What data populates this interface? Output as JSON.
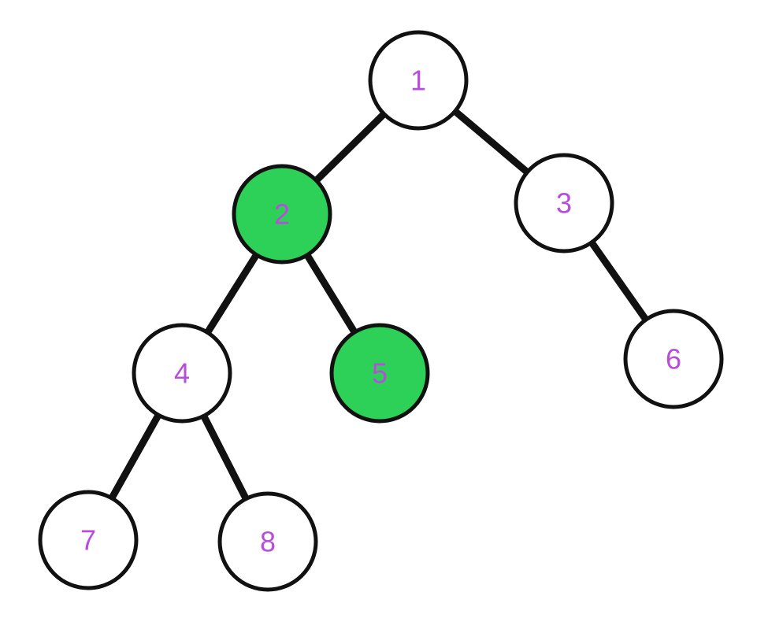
{
  "colors": {
    "node_fill": "#ffffff",
    "highlight_fill": "#2ed158",
    "stroke": "#111111",
    "label": "#b84ddb"
  },
  "nodes": [
    {
      "id": "n1",
      "label": "1",
      "highlighted": false
    },
    {
      "id": "n2",
      "label": "2",
      "highlighted": true
    },
    {
      "id": "n3",
      "label": "3",
      "highlighted": false
    },
    {
      "id": "n4",
      "label": "4",
      "highlighted": false
    },
    {
      "id": "n5",
      "label": "5",
      "highlighted": true
    },
    {
      "id": "n6",
      "label": "6",
      "highlighted": false
    },
    {
      "id": "n7",
      "label": "7",
      "highlighted": false
    },
    {
      "id": "n8",
      "label": "8",
      "highlighted": false
    }
  ],
  "edges": [
    {
      "from": "n1",
      "to": "n2"
    },
    {
      "from": "n1",
      "to": "n3"
    },
    {
      "from": "n2",
      "to": "n4"
    },
    {
      "from": "n2",
      "to": "n5"
    },
    {
      "from": "n3",
      "to": "n6"
    },
    {
      "from": "n4",
      "to": "n7"
    },
    {
      "from": "n4",
      "to": "n8"
    }
  ]
}
